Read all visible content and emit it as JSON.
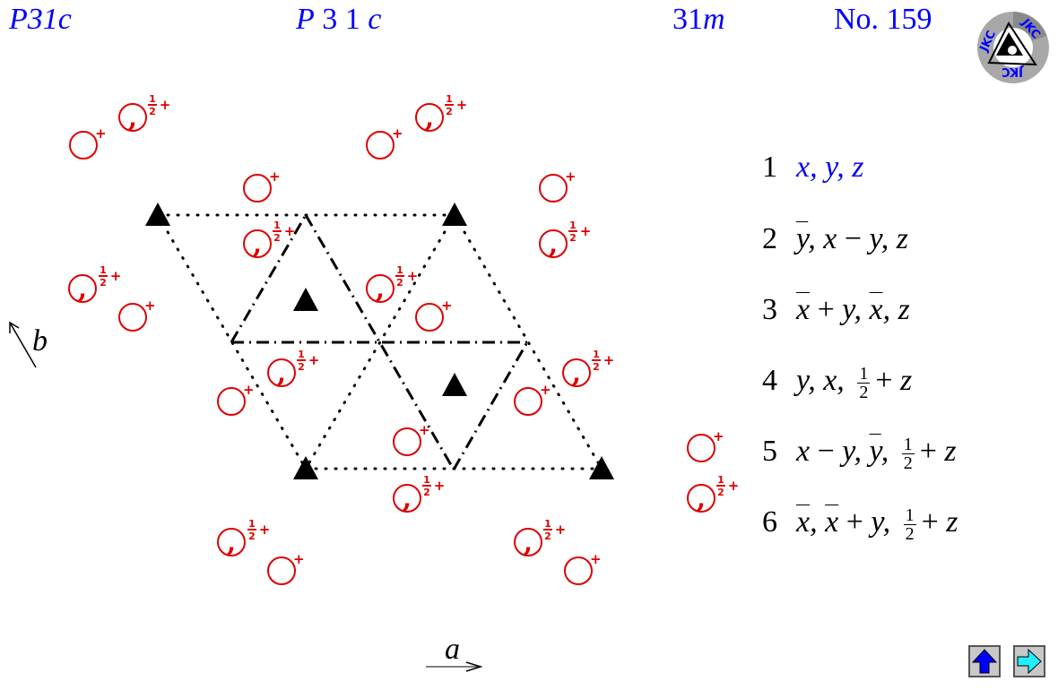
{
  "header": {
    "short_symbol": "P31c",
    "full_symbol": "P 3 1 c",
    "point_group": "31m",
    "number_label": "No. 159"
  },
  "logo": {
    "text": "JKC"
  },
  "axes": {
    "a_label": "a",
    "b_label": "b"
  },
  "symbols": {
    "plus_sign": "+",
    "half": {
      "num": "1",
      "den": "2"
    },
    "colors": {
      "position_symbol": "#dd0000",
      "lines": "#000000",
      "blue_text": "#0000ff"
    },
    "open_circles_plus": [
      [
        93,
        162
      ],
      [
        424,
        162
      ],
      [
        287,
        210
      ],
      [
        617,
        210
      ],
      [
        148,
        354
      ],
      [
        479,
        354
      ],
      [
        258,
        448
      ],
      [
        589,
        448
      ],
      [
        454,
        493
      ],
      [
        782,
        500
      ],
      [
        314,
        637
      ],
      [
        645,
        637
      ]
    ],
    "comma_circles_half_plus": [
      [
        148,
        131
      ],
      [
        479,
        131
      ],
      [
        287,
        272
      ],
      [
        617,
        272
      ],
      [
        92,
        322
      ],
      [
        424,
        322
      ],
      [
        314,
        416
      ],
      [
        643,
        416
      ],
      [
        454,
        556
      ],
      [
        782,
        556
      ],
      [
        258,
        605
      ],
      [
        589,
        605
      ]
    ],
    "threefold_axes": [
      [
        176,
        240
      ],
      [
        507,
        240
      ],
      [
        341,
        335
      ],
      [
        507,
        430
      ],
      [
        341,
        523
      ],
      [
        671,
        523
      ]
    ]
  },
  "operations": [
    {
      "num": "1",
      "parts": [
        "x, y, z"
      ],
      "highlight": true
    },
    {
      "num": "2",
      "parts": [
        "ȳ, x − y, z"
      ]
    },
    {
      "num": "3",
      "parts": [
        "x̄ + y, x̄, z"
      ]
    },
    {
      "num": "4",
      "parts": [
        "y, x, ",
        "½",
        " + z"
      ]
    },
    {
      "num": "5",
      "parts": [
        "x − y, ȳ, ",
        "½",
        " + z"
      ]
    },
    {
      "num": "6",
      "parts": [
        "x̄, x̄ + y, ",
        "½",
        " + z"
      ]
    }
  ],
  "nav": {
    "up_label": "up",
    "next_label": "next",
    "up_color": "#0000ff",
    "next_color": "#22eeff"
  }
}
